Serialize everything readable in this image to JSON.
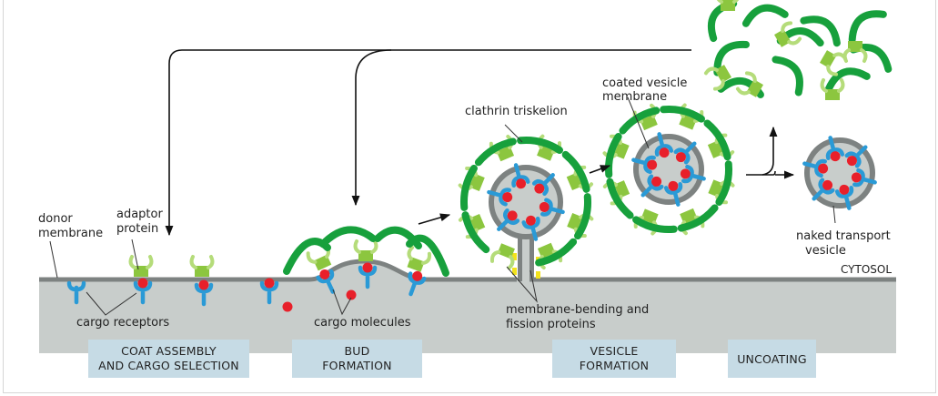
{
  "labels": {
    "donor_membrane": [
      "donor",
      "membrane"
    ],
    "adaptor_protein": [
      "adaptor",
      "protein"
    ],
    "cargo_receptors": "cargo receptors",
    "cargo_molecules": "cargo molecules",
    "clathrin_triskelion": "clathrin triskelion",
    "coated_vesicle_membrane": [
      "coated vesicle",
      "membrane"
    ],
    "naked_transport_vesicle": [
      "naked transport",
      "vesicle"
    ],
    "cytosol": "CYTOSOL",
    "membrane_bending": [
      "membrane-bending and",
      "fission proteins"
    ]
  },
  "stages": [
    {
      "lines": [
        "COAT ASSEMBLY",
        "AND CARGO SELECTION"
      ]
    },
    {
      "lines": [
        "BUD",
        "FORMATION"
      ]
    },
    {
      "lines": [
        "VESICLE",
        "FORMATION"
      ]
    },
    {
      "lines": [
        "UNCOATING"
      ]
    }
  ],
  "colors": {
    "lumen": "#c8cdcb",
    "membrane": "#7d8281",
    "clathrin": "#17a03c",
    "adaptor": "#8cc63f",
    "receptor": "#2a9ad6",
    "cargo": "#e8202a",
    "stage_box": "#c6dbe5",
    "fission_protein": "#f2e21c"
  }
}
